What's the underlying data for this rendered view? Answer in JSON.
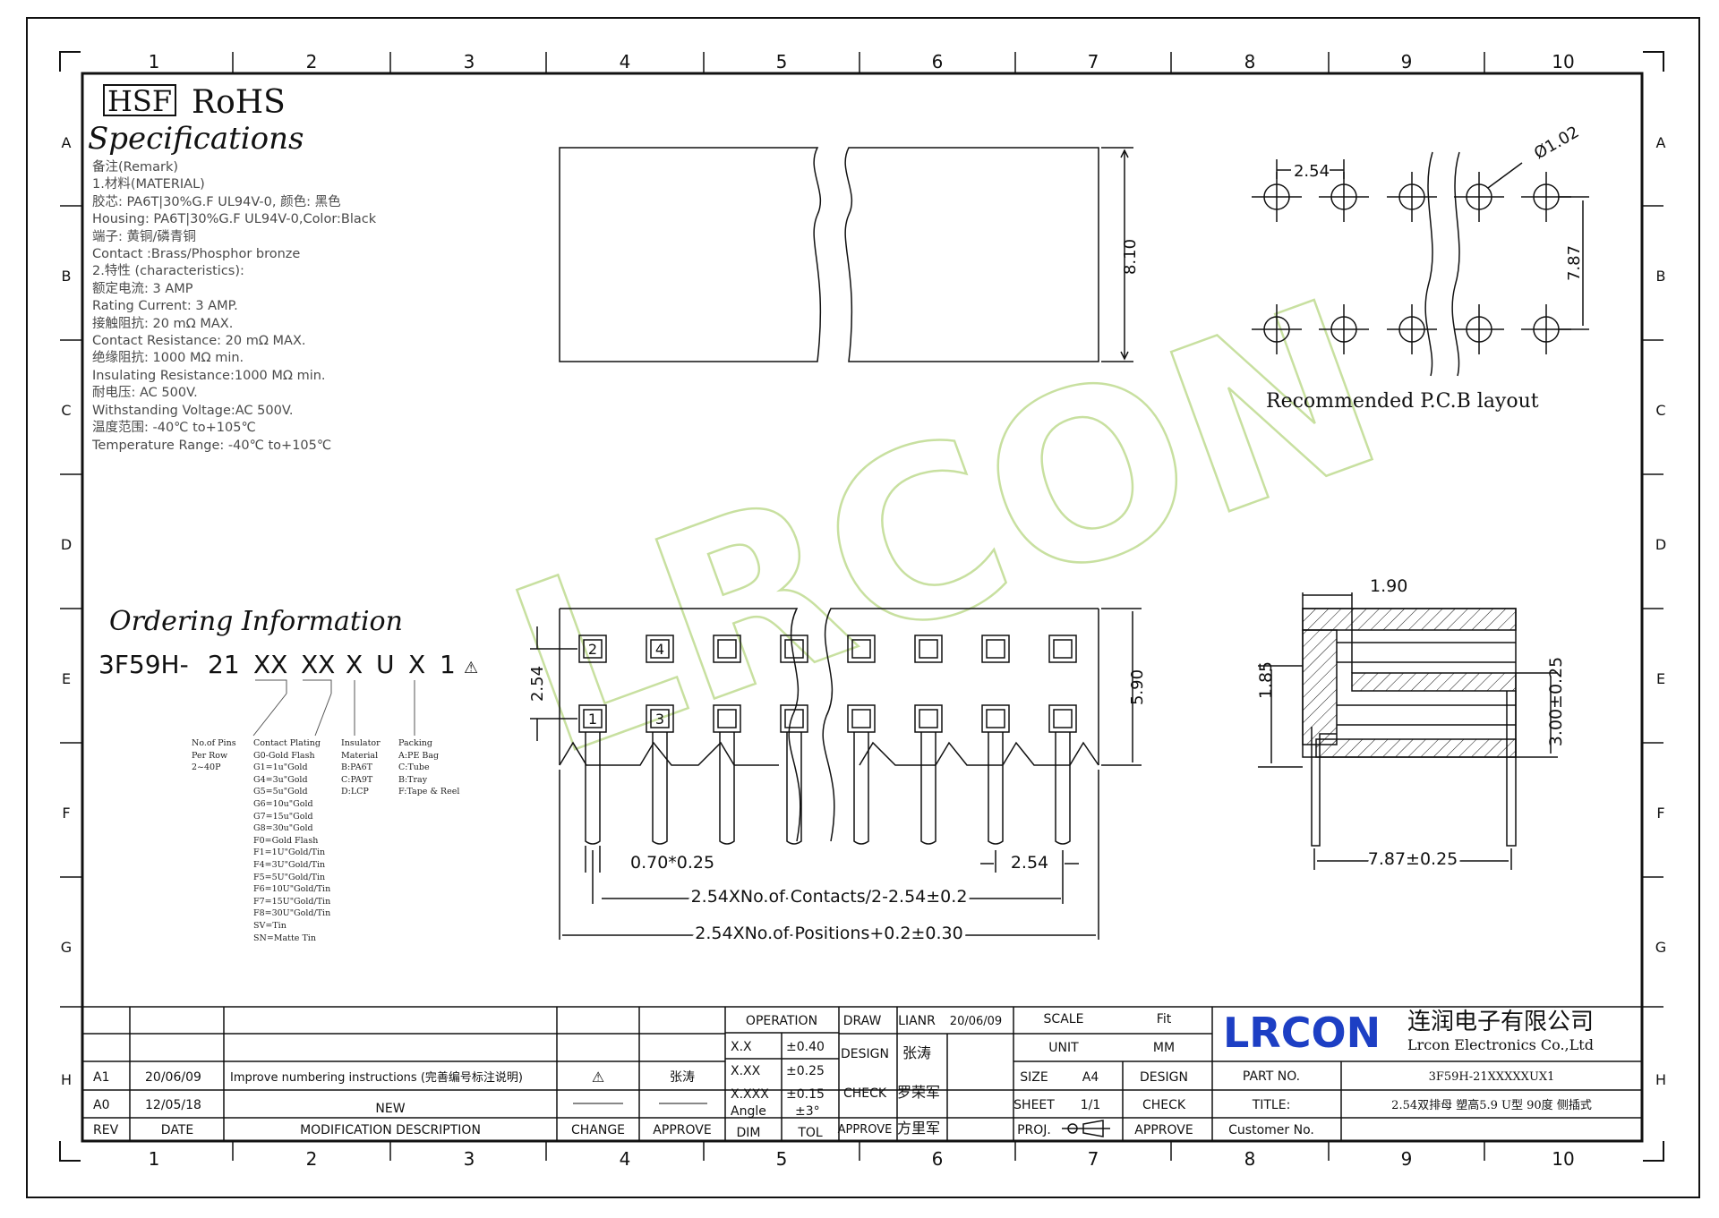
{
  "grid": {
    "columns": [
      "1",
      "2",
      "3",
      "4",
      "5",
      "6",
      "7",
      "8",
      "9",
      "10"
    ],
    "rows": [
      "A",
      "B",
      "C",
      "D",
      "E",
      "F",
      "G",
      "H"
    ]
  },
  "header": {
    "hsf": "HSF",
    "rohs": "RoHS",
    "title": "Specifications"
  },
  "remarks": [
    "备注(Remark)",
    "1.材料(MATERIAL)",
    "胶芯: PA6T|30%G.F UL94V-0, 颜色: 黑色",
    "Housing: PA6T|30%G.F UL94V-0,Color:Black",
    "端子: 黄铜/磷青铜",
    "Contact :Brass/Phosphor bronze",
    "2.特性 (characteristics):",
    "额定电流: 3 AMP",
    "Rating Current: 3 AMP.",
    "接触阻抗: 20 mΩ MAX.",
    "Contact Resistance: 20 mΩ MAX.",
    "绝缘阻抗: 1000 MΩ min.",
    "Insulating Resistance:1000 MΩ  min.",
    "耐电压: AC 500V.",
    "Withstanding Voltage:AC 500V.",
    "温度范围: -40℃ to+105℃",
    "Temperature Range: -40℃ to+105℃"
  ],
  "ordering": {
    "title": "Ordering Information",
    "code": [
      "3F59H-",
      "21",
      "XX",
      "XX",
      "X",
      "U",
      "X",
      "1"
    ],
    "pins": [
      "No.of Pins",
      "Per Row",
      "2~40P"
    ],
    "plating": [
      "Contact Plating",
      "G0-Gold Flash",
      "G1=1u\"Gold",
      "G4=3u\"Gold",
      "G5=5u\"Gold",
      "G6=10u\"Gold",
      "G7=15u\"Gold",
      "G8=30u\"Gold",
      "F0=Gold Flash",
      "F1=1U\"Gold/Tin",
      "F4=3U\"Gold/Tin",
      "F5=5U\"Gold/Tin",
      "F6=10U\"Gold/Tin",
      "F7=15U\"Gold/Tin",
      "F8=30U\"Gold/Tin",
      "SV=Tin",
      "SN=Matte Tin"
    ],
    "insulator": [
      "Insulator",
      "Material",
      "B:PA6T",
      "C:PA9T",
      "D:LCP"
    ],
    "packing": [
      "Packing",
      "A:PE Bag",
      "C:Tube",
      "B:Tray",
      "F:Tape & Reel"
    ]
  },
  "dims": {
    "top_height": "8.10",
    "pcb_pitch": "2.54",
    "pcb_hole": "Ø1.02",
    "pcb_row": "7.87",
    "pcb_caption": "Recommended P.C.B layout",
    "front_row": "2.54",
    "front_height": "5.90",
    "pin_w": "0.70*0.25",
    "front_pitch": "2.54",
    "contacts_formula": "2.54XNo.of Contacts/2-2.54±0.2",
    "positions_formula": "2.54XNo.of Positions+0.2±0.30",
    "side_top": "1.90",
    "side_left": "1.85",
    "side_right": "3.00±0.25",
    "side_bottom": "7.87±0.25",
    "pin_nums": [
      "2",
      "4",
      "1",
      "3"
    ]
  },
  "watermark": "LRCON",
  "title_block": {
    "rev_rows": [
      {
        "rev": "A1",
        "date": "20/06/09",
        "desc": "Improve numbering instructions (完善编号标注说明)",
        "change": "⚠",
        "approve": "张涛"
      },
      {
        "rev": "A0",
        "date": "12/05/18",
        "desc": "NEW",
        "change": "",
        "approve": ""
      }
    ],
    "rev_headers": {
      "rev": "REV",
      "date": "DATE",
      "desc": "MODIFICATION DESCRIPTION",
      "change": "CHANGE",
      "approve": "APPROVE"
    },
    "operation": "OPERATION",
    "tol": [
      {
        "dim": "X.X",
        "tol": "±0.40"
      },
      {
        "dim": "X.XX",
        "tol": "±0.25"
      },
      {
        "dim": "X.XXX",
        "tol": "±0.15"
      },
      {
        "dim": "Angle",
        "tol": "±3°"
      }
    ],
    "dim_label": "DIM",
    "tol_label": "TOL",
    "draw": "DRAW",
    "draw_name": "LIANR",
    "draw_date": "20/06/09",
    "design": "DESIGN",
    "design_name": "张涛",
    "check": "CHECK",
    "check_name": "罗荣军",
    "approve": "APPROVE",
    "approve_name": "方里军",
    "scale": "SCALE",
    "scale_val": "Fit",
    "unit": "UNIT",
    "unit_val": "MM",
    "size": "SIZE",
    "size_val": "A4",
    "sheet": "SHEET",
    "sheet_val": "1/1",
    "proj": "PROJ.",
    "design2": "DESIGN",
    "check2": "CHECK",
    "approve2": "APPROVE",
    "logo": "LRCON",
    "company_cn": "连润电子有限公司",
    "company_en": "Lrcon Electronics Co.,Ltd",
    "part_no_label": "PART NO.",
    "part_no": "3F59H-21XXXXXUX1",
    "title_label": "TITLE:",
    "title_val": "2.54双排母 塑高5.9 U型 90度 侧插式",
    "customer_label": "Customer No."
  },
  "colors": {
    "logo_blue": "#1d3fc4",
    "watermark": "#c8e0a0",
    "line": "#111111"
  }
}
